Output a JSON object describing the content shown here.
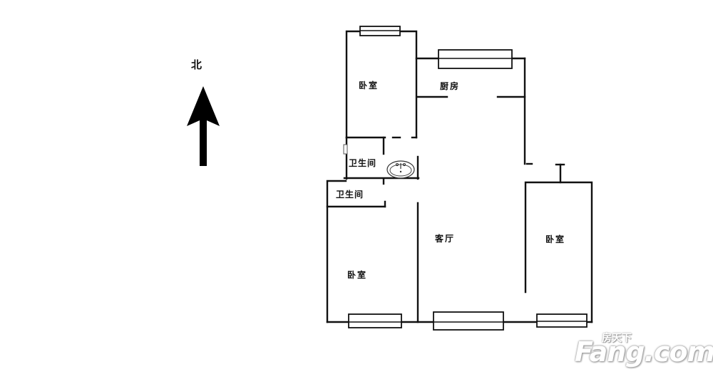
{
  "compass": {
    "label": "北",
    "direction": "north",
    "icon": "arrow-up-icon"
  },
  "rooms": [
    {
      "id": "bedroom-north",
      "label": "卧室"
    },
    {
      "id": "kitchen",
      "label": "厨房"
    },
    {
      "id": "bathroom-1",
      "label": "卫生间"
    },
    {
      "id": "bathroom-2",
      "label": "卫生间"
    },
    {
      "id": "living-room",
      "label": "客厅"
    },
    {
      "id": "bedroom-east",
      "label": "卧室"
    },
    {
      "id": "bedroom-southwest",
      "label": "卧室"
    }
  ],
  "fixtures": {
    "sink_icon": "washbasin-icon"
  },
  "watermark": {
    "brand": "Fang.com",
    "brand_cn": "房天下"
  },
  "colors": {
    "line": "#111111",
    "background": "#ffffff",
    "watermark": "#ffffff"
  }
}
